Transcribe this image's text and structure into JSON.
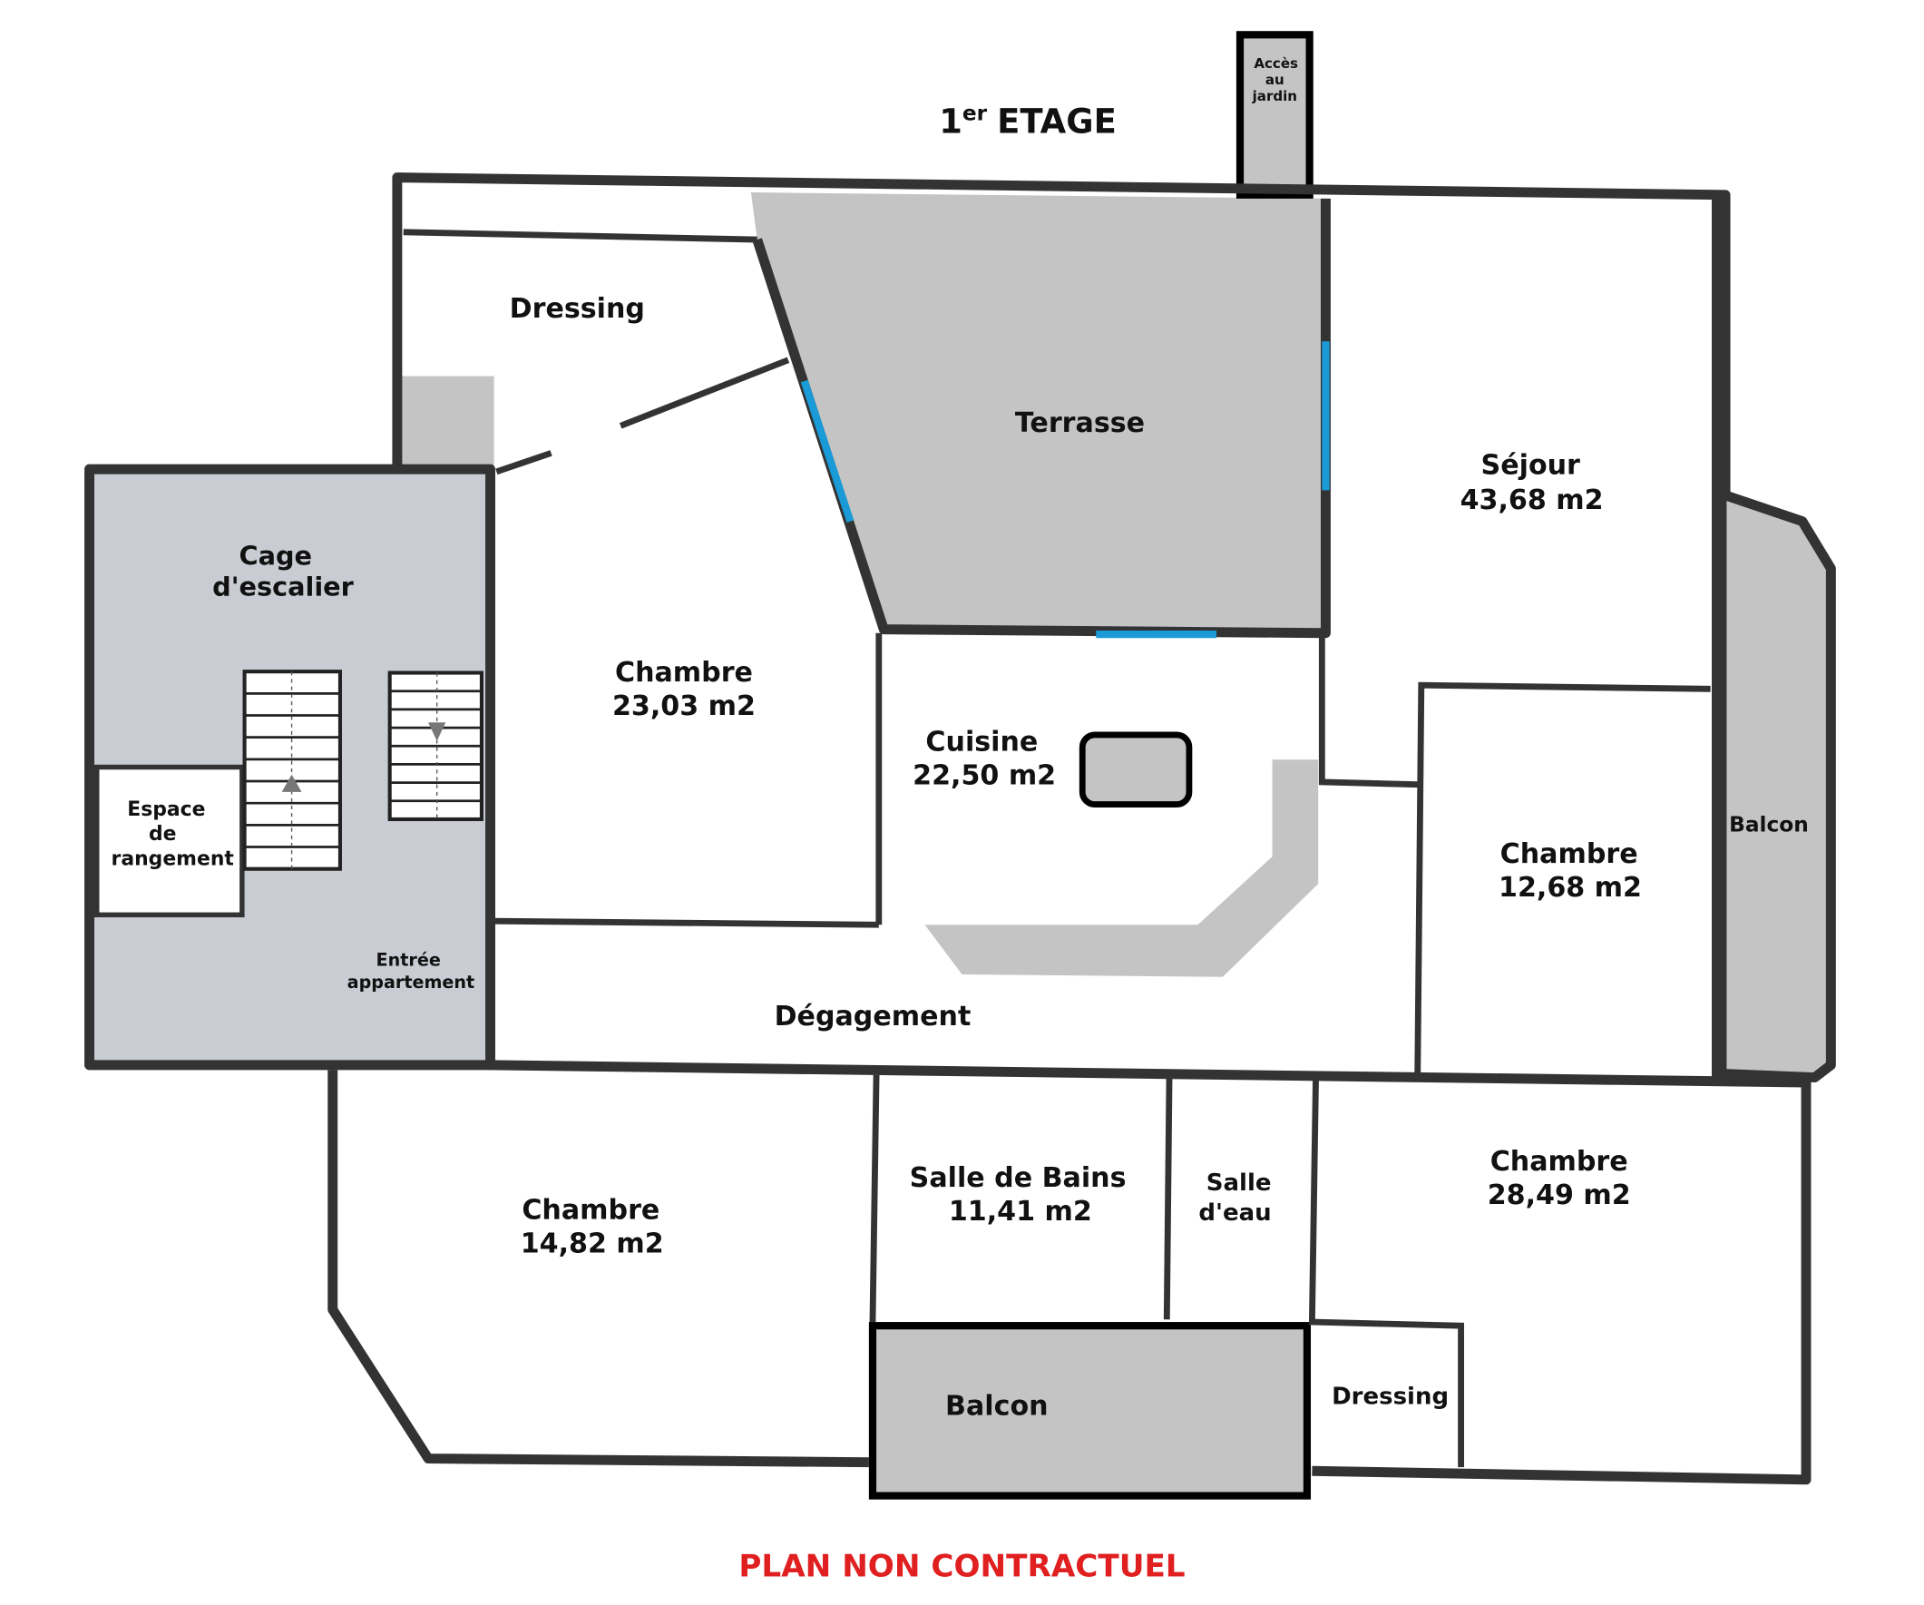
{
  "title": {
    "prefix": "1",
    "sup": "er",
    "main": "ETAGE"
  },
  "disclaimer": "PLAN NON CONTRACTUEL",
  "colors": {
    "wall": "#333333",
    "grey_area": "#c4c4c4",
    "window": "#1a9ad6",
    "disclaimer": "#e02020"
  },
  "rooms": {
    "acces_jardin": [
      "Accès",
      "au",
      "jardin"
    ],
    "dressing_top": "Dressing",
    "terrasse": "Terrasse",
    "sejour": {
      "name": "Séjour",
      "area": "43,68 m2"
    },
    "cage": [
      "Cage",
      "d'escalier"
    ],
    "chambre1": {
      "name": "Chambre",
      "area": "23,03 m2"
    },
    "cuisine": {
      "name": "Cuisine",
      "area": "22,50 m2"
    },
    "espace": [
      "Espace",
      "de",
      "rangement"
    ],
    "entree": [
      "Entrée",
      "appartement"
    ],
    "chambre2": {
      "name": "Chambre",
      "area": "12,68 m2"
    },
    "balcon_right": "Balcon",
    "degagement": "Dégagement",
    "chambre3": {
      "name": "Chambre",
      "area": "14,82 m2"
    },
    "sdb": {
      "name": "Salle de Bains",
      "area": "11,41 m2"
    },
    "salle_eau": [
      "Salle",
      "d'eau"
    ],
    "chambre4": {
      "name": "Chambre",
      "area": "28,49 m2"
    },
    "balcon_bottom": "Balcon",
    "dressing_bottom": "Dressing"
  }
}
